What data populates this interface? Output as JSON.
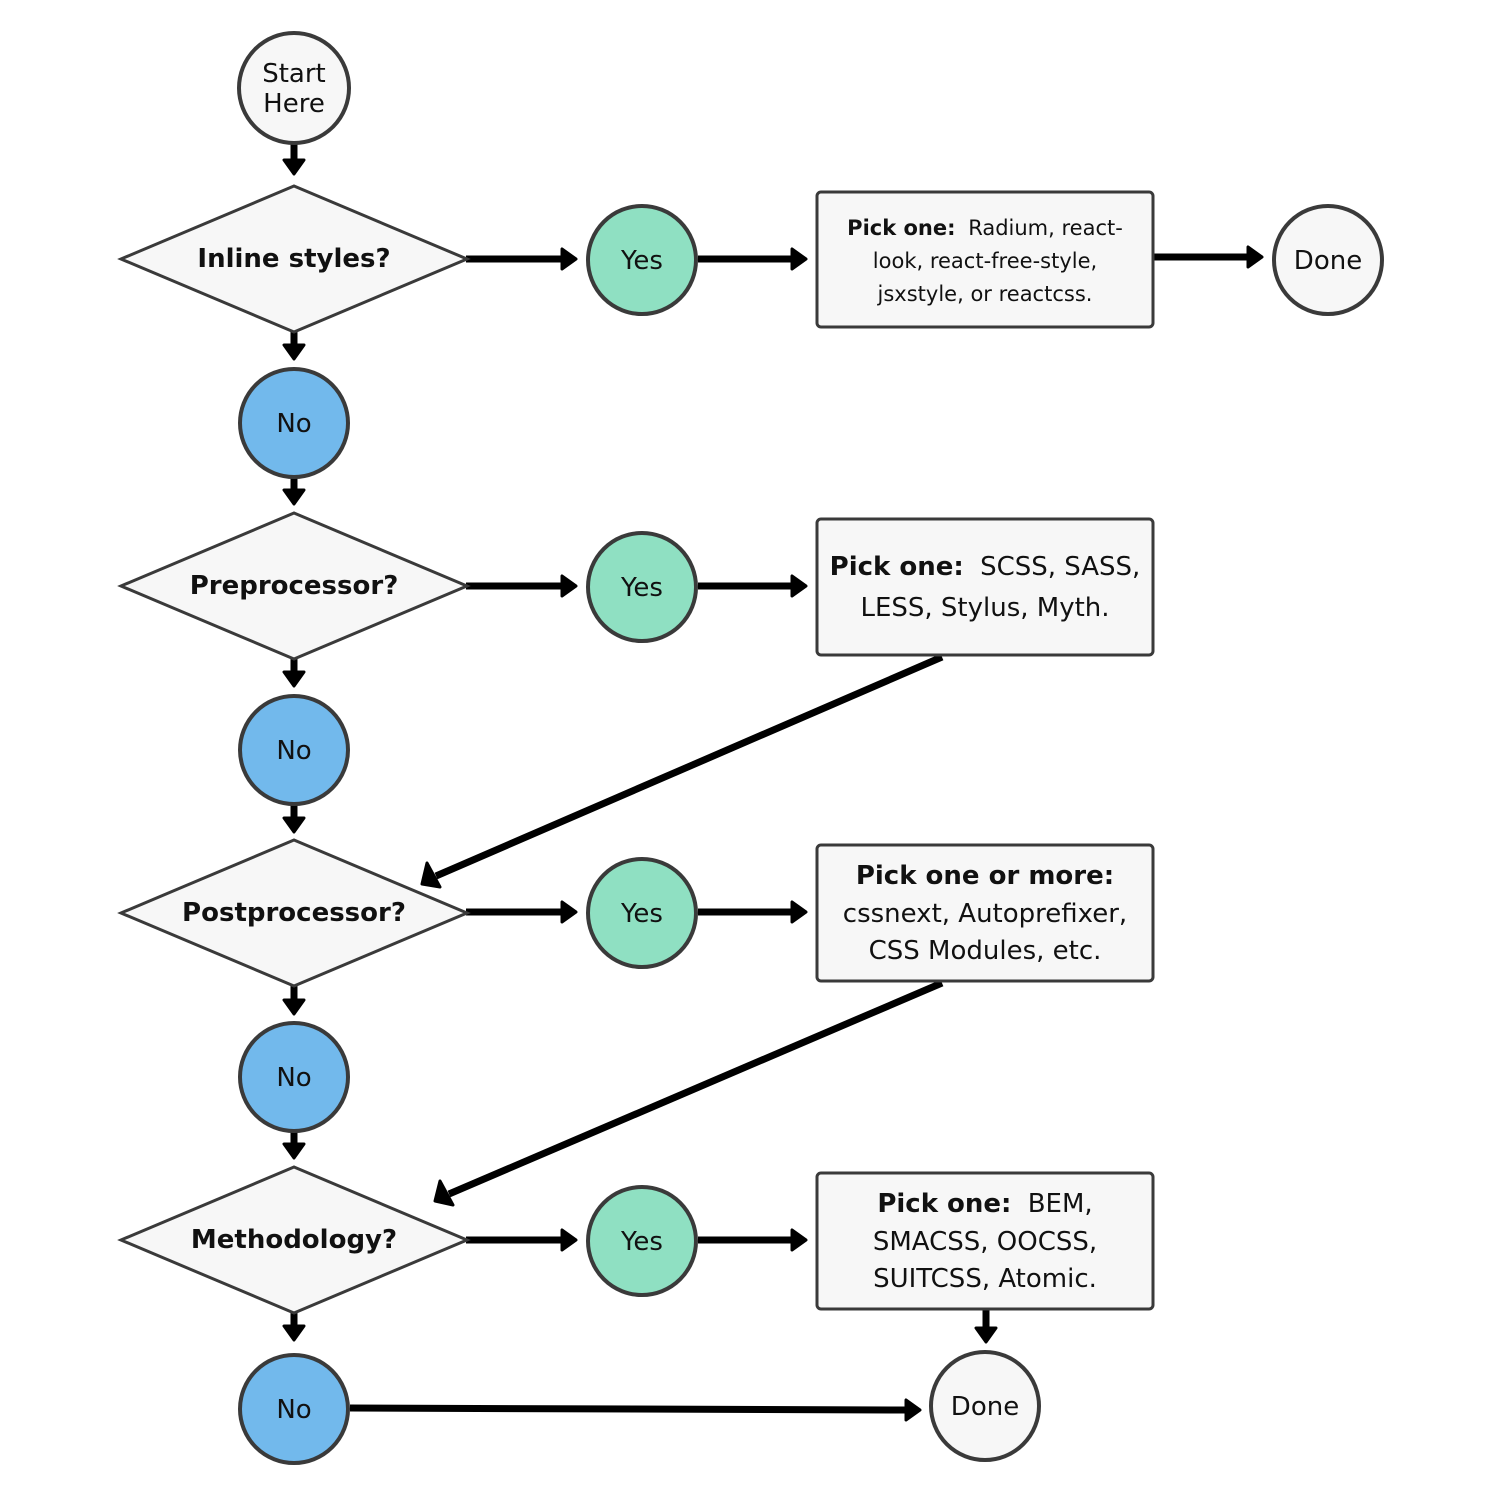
{
  "start": {
    "line1": "Start",
    "line2": "Here"
  },
  "questions": {
    "inline": "Inline styles?",
    "pre": "Preprocessor?",
    "post": "Postprocessor?",
    "method": "Methodology?"
  },
  "answers": {
    "yes": "Yes",
    "no": "No"
  },
  "boxes": {
    "inline": {
      "lead": "Pick one:",
      "line1": "Radium, react-",
      "line2": "look, react-free-style,",
      "line3": "jsxstyle, or reactcss."
    },
    "pre": {
      "lead": "Pick one:",
      "line1": "SCSS, SASS,",
      "line2": "LESS, Stylus, Myth."
    },
    "post": {
      "lead": "Pick one or more:",
      "line2": "cssnext, Autoprefixer,",
      "line3": "CSS Modules, etc."
    },
    "method": {
      "lead": "Pick one:",
      "line1": "BEM,",
      "line2": "SMACSS, OOCSS,",
      "line3": "SUITCSS, Atomic."
    }
  },
  "done": "Done"
}
